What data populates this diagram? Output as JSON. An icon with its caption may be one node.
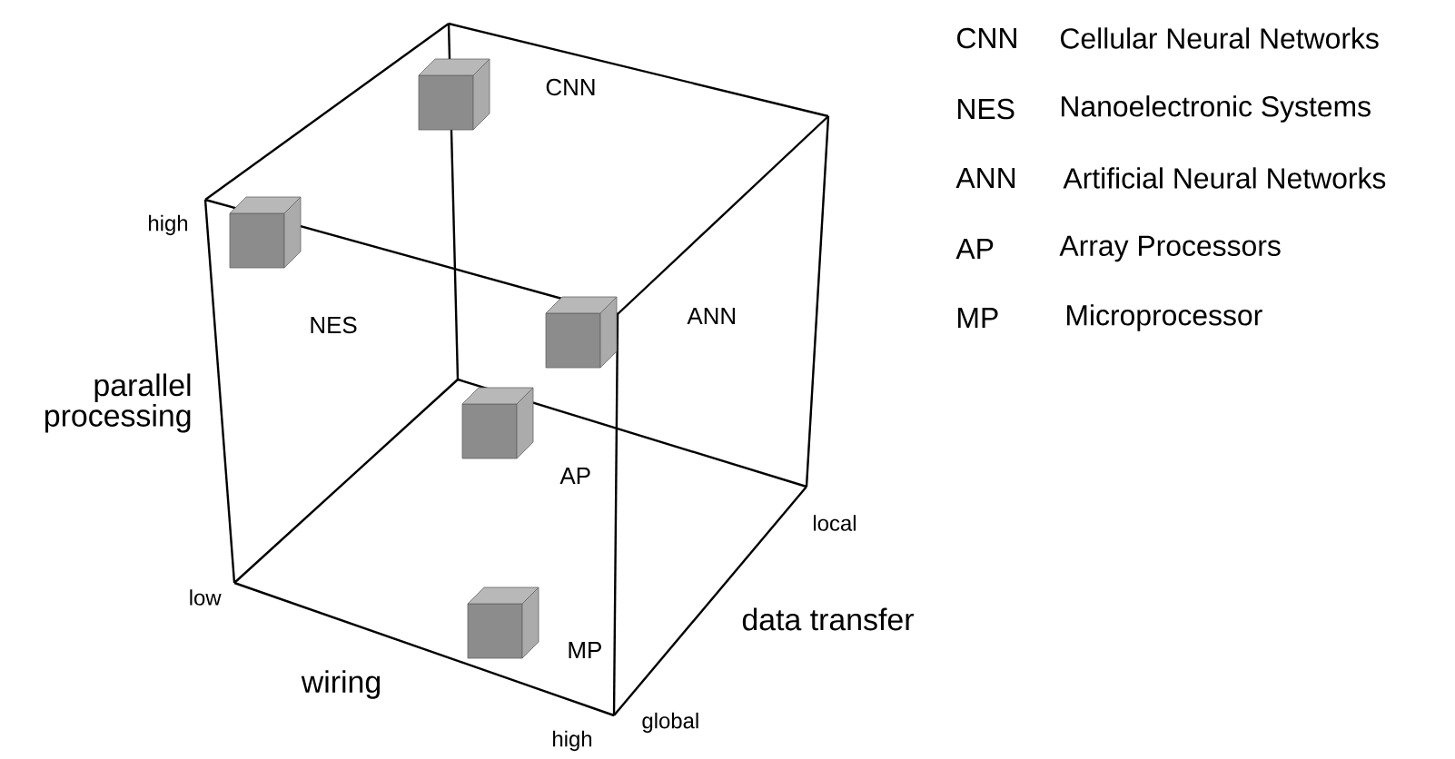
{
  "diagram": {
    "nodes": [
      {
        "text": [
          "CNN"
        ]
      },
      {
        "text": [
          "NES"
        ]
      },
      {
        "text": [
          "ANN"
        ]
      },
      {
        "text": [
          "AP"
        ]
      },
      {
        "text": [
          "MP"
        ]
      }
    ],
    "edges": [],
    "labels": [
      "CNN",
      "Cellular Neural Networks",
      "NES",
      "Nanoelectronic Systems",
      "ANN",
      "Artificial Neural Networks",
      "AP",
      "Array Processors",
      "MP",
      "Microprocessor",
      "high",
      "parallel processing",
      "local",
      "low",
      "data transfer",
      "wiring",
      "global",
      "high"
    ]
  }
}
